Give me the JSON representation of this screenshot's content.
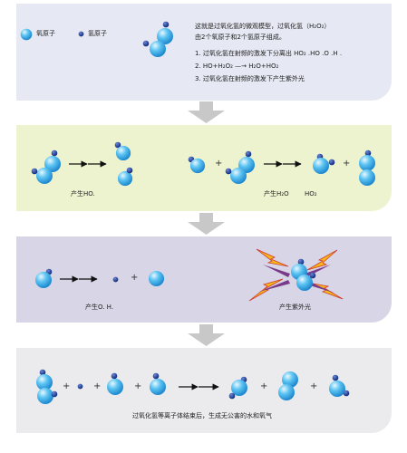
{
  "legend": {
    "oxygen_label": "氧原子",
    "hydrogen_label": "氢原子"
  },
  "intro": {
    "line1": "这就是过氧化氢的微观模型，过氧化氢（H₂O₂）",
    "line2": "由2个氧原子和2个氢原子组成。",
    "step1": "1.  过氧化氢在射频的激发下分离出 HO₂ .HO .O .H .",
    "step2": "2.  HO+H₂O₂ —→ H₂O+HO₂",
    "step3": "3.  过氧化氢在射频的激发下产生紫外光"
  },
  "panel2": {
    "left_caption": "产生HO.",
    "right_caption_a": "产生H₂O",
    "right_caption_b": "HO₂"
  },
  "panel3": {
    "left_caption": "产生O.  H.",
    "right_caption": "产生紫外光"
  },
  "panel4": {
    "caption": "过氧化氢等离子体结束后，生成无公害的水和氧气"
  },
  "symbols": {
    "plus": "+"
  },
  "colors": {
    "oxygen": "#3fb0ea",
    "hydrogen": "#1c3f9a",
    "arrow_down": "#c8c8c8",
    "lightning": "#f5b81a",
    "lightning_outline": "#d33a2a",
    "uv_ray": "#7a3a8a"
  }
}
